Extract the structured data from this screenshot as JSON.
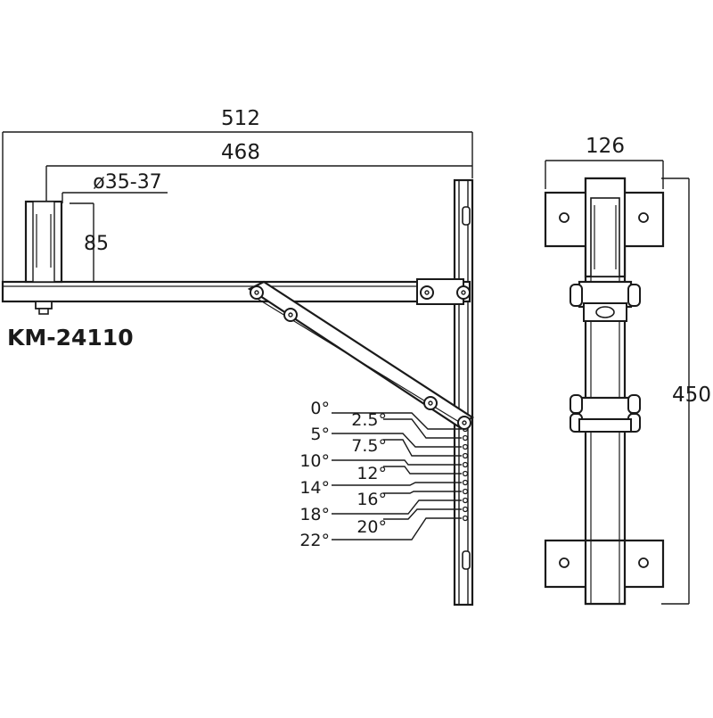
{
  "model": "KM-24110",
  "dimensions": {
    "overall_length": "512",
    "mount_length": "468",
    "pipe_diameter": "ø35-37",
    "pipe_height": "85",
    "plate_width": "126",
    "plate_height": "450"
  },
  "tilt_angles": [
    "0°",
    "2.5°",
    "5°",
    "7.5°",
    "10°",
    "12°",
    "14°",
    "16°",
    "18°",
    "20°",
    "22°"
  ]
}
